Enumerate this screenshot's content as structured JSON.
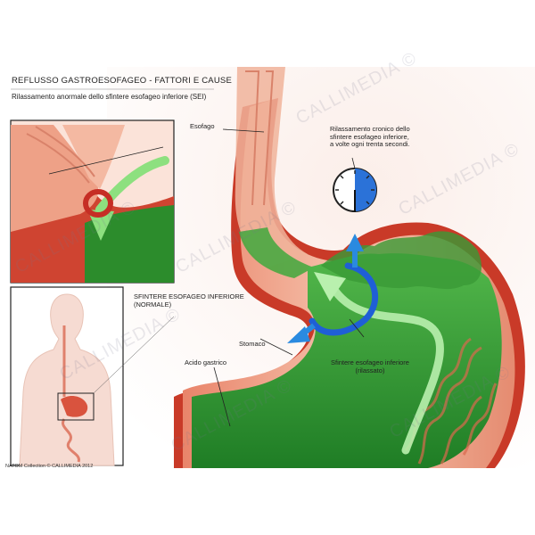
{
  "header": {
    "title": "REFLUSSO GASTROESOFAGEO - FATTORI E CAUSE",
    "subtitle": "Rilassamento anormale dello sfintere esofageo inferiore (SEI)"
  },
  "labels": {
    "esofago": "Esofago",
    "sfintere_normale_line1": "SFINTERE ESOFAGEO INFERIORE",
    "sfintere_normale_line2": "(NORMALE)",
    "rilassamento_line1": "Rilassamento cronico dello",
    "rilassamento_line2": "sfintere esofageo inferiore,",
    "rilassamento_line3": "a volte ogni trenta secondi.",
    "stomaco": "Stomaco",
    "acido": "Acido gastrico",
    "sfintere_rilassato_line1": "Sfintere esofageo inferiore",
    "sfintere_rilassato_line2": "(rilassato)"
  },
  "watermark": "CALLIMEDIA ©",
  "credit": "NATOM Collection © CALLIMEDIA 2012",
  "colors": {
    "acid_green": "#2f9a2f",
    "acid_light": "#7fd36f",
    "tissue_red": "#d8452c",
    "tissue_pink": "#f3b39c",
    "sphincter_blue": "#1f5fd6",
    "arrow_blue": "#2a8ae0"
  },
  "icons": [
    "clock-icon"
  ]
}
